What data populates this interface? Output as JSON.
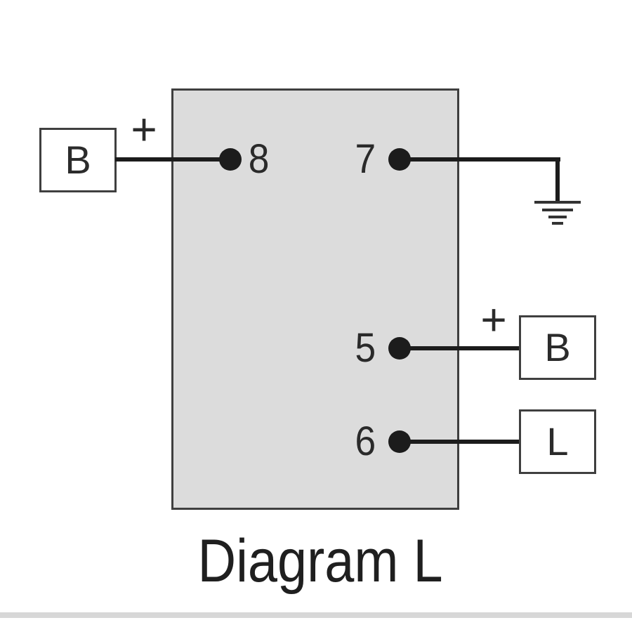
{
  "caption": "Diagram L",
  "colors": {
    "panel_fill": "#dcdcdc",
    "panel_border": "#3f3f3f",
    "wire": "#1c1c1c",
    "text": "#2a2a2a",
    "divider": "#d7d7d7",
    "background": "#ffffff"
  },
  "panel": {
    "name": "switch-body"
  },
  "connections": {
    "battery_top": {
      "box_label": "B",
      "polarity": "+",
      "terminal": "8"
    },
    "ground": {
      "terminal": "7",
      "symbol": "earth-ground-icon"
    },
    "battery_right": {
      "box_label": "B",
      "polarity": "+",
      "terminal": "5"
    },
    "load_right": {
      "box_label": "L",
      "terminal": "6"
    }
  }
}
